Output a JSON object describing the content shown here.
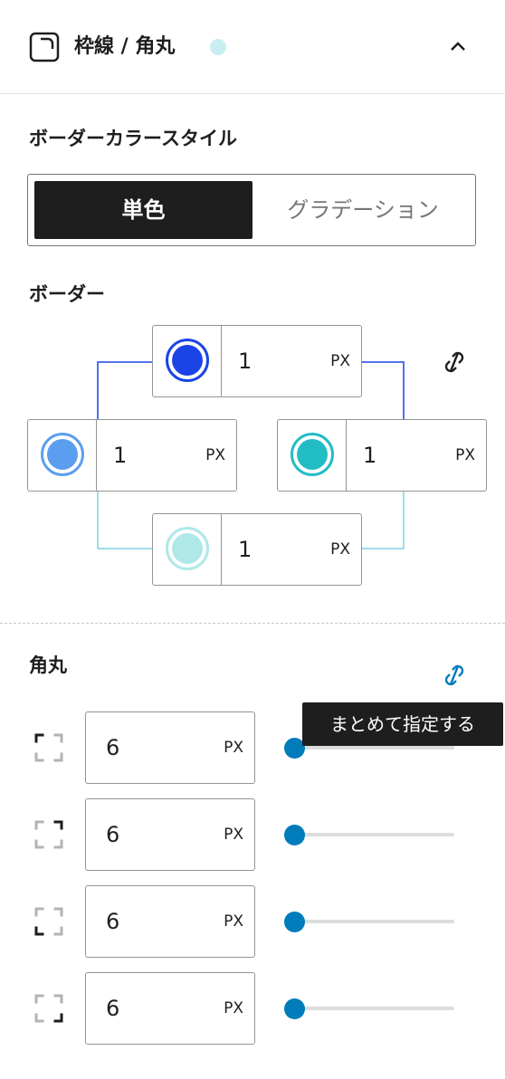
{
  "header": {
    "title": "枠線 / 角丸",
    "icon": "rounded-corner-icon",
    "indicator_color": "#c9eef2",
    "toggle_icon": "chevron-up-icon"
  },
  "border_style": {
    "label": "ボーダーカラースタイル",
    "options": [
      {
        "label": "単色",
        "active": true
      },
      {
        "label": "グラデーション",
        "active": false
      }
    ]
  },
  "border": {
    "label": "ボーダー",
    "link_icon": "unlink-icon",
    "sides": {
      "top": {
        "value": "1",
        "unit": "PX",
        "color": "#1b44e6",
        "ring_color": "#1b44e6"
      },
      "left": {
        "value": "1",
        "unit": "PX",
        "color": "#5b9ef0",
        "ring_color": "#5b9ef0"
      },
      "right": {
        "value": "1",
        "unit": "PX",
        "color": "#22bcc5",
        "ring_color": "#22bcc5"
      },
      "bottom": {
        "value": "1",
        "unit": "PX",
        "color": "#aee8e8",
        "ring_color": "#aee8e8"
      }
    }
  },
  "radius": {
    "label": "角丸",
    "link_icon": "unlink-icon",
    "link_color": "#007cba",
    "tooltip": "まとめて指定する",
    "corners": [
      {
        "corner": "top-left",
        "value": "6",
        "unit": "PX",
        "slider": 0
      },
      {
        "corner": "top-right",
        "value": "6",
        "unit": "PX",
        "slider": 0
      },
      {
        "corner": "bottom-left",
        "value": "6",
        "unit": "PX",
        "slider": 0
      },
      {
        "corner": "bottom-right",
        "value": "6",
        "unit": "PX",
        "slider": 0
      }
    ]
  }
}
